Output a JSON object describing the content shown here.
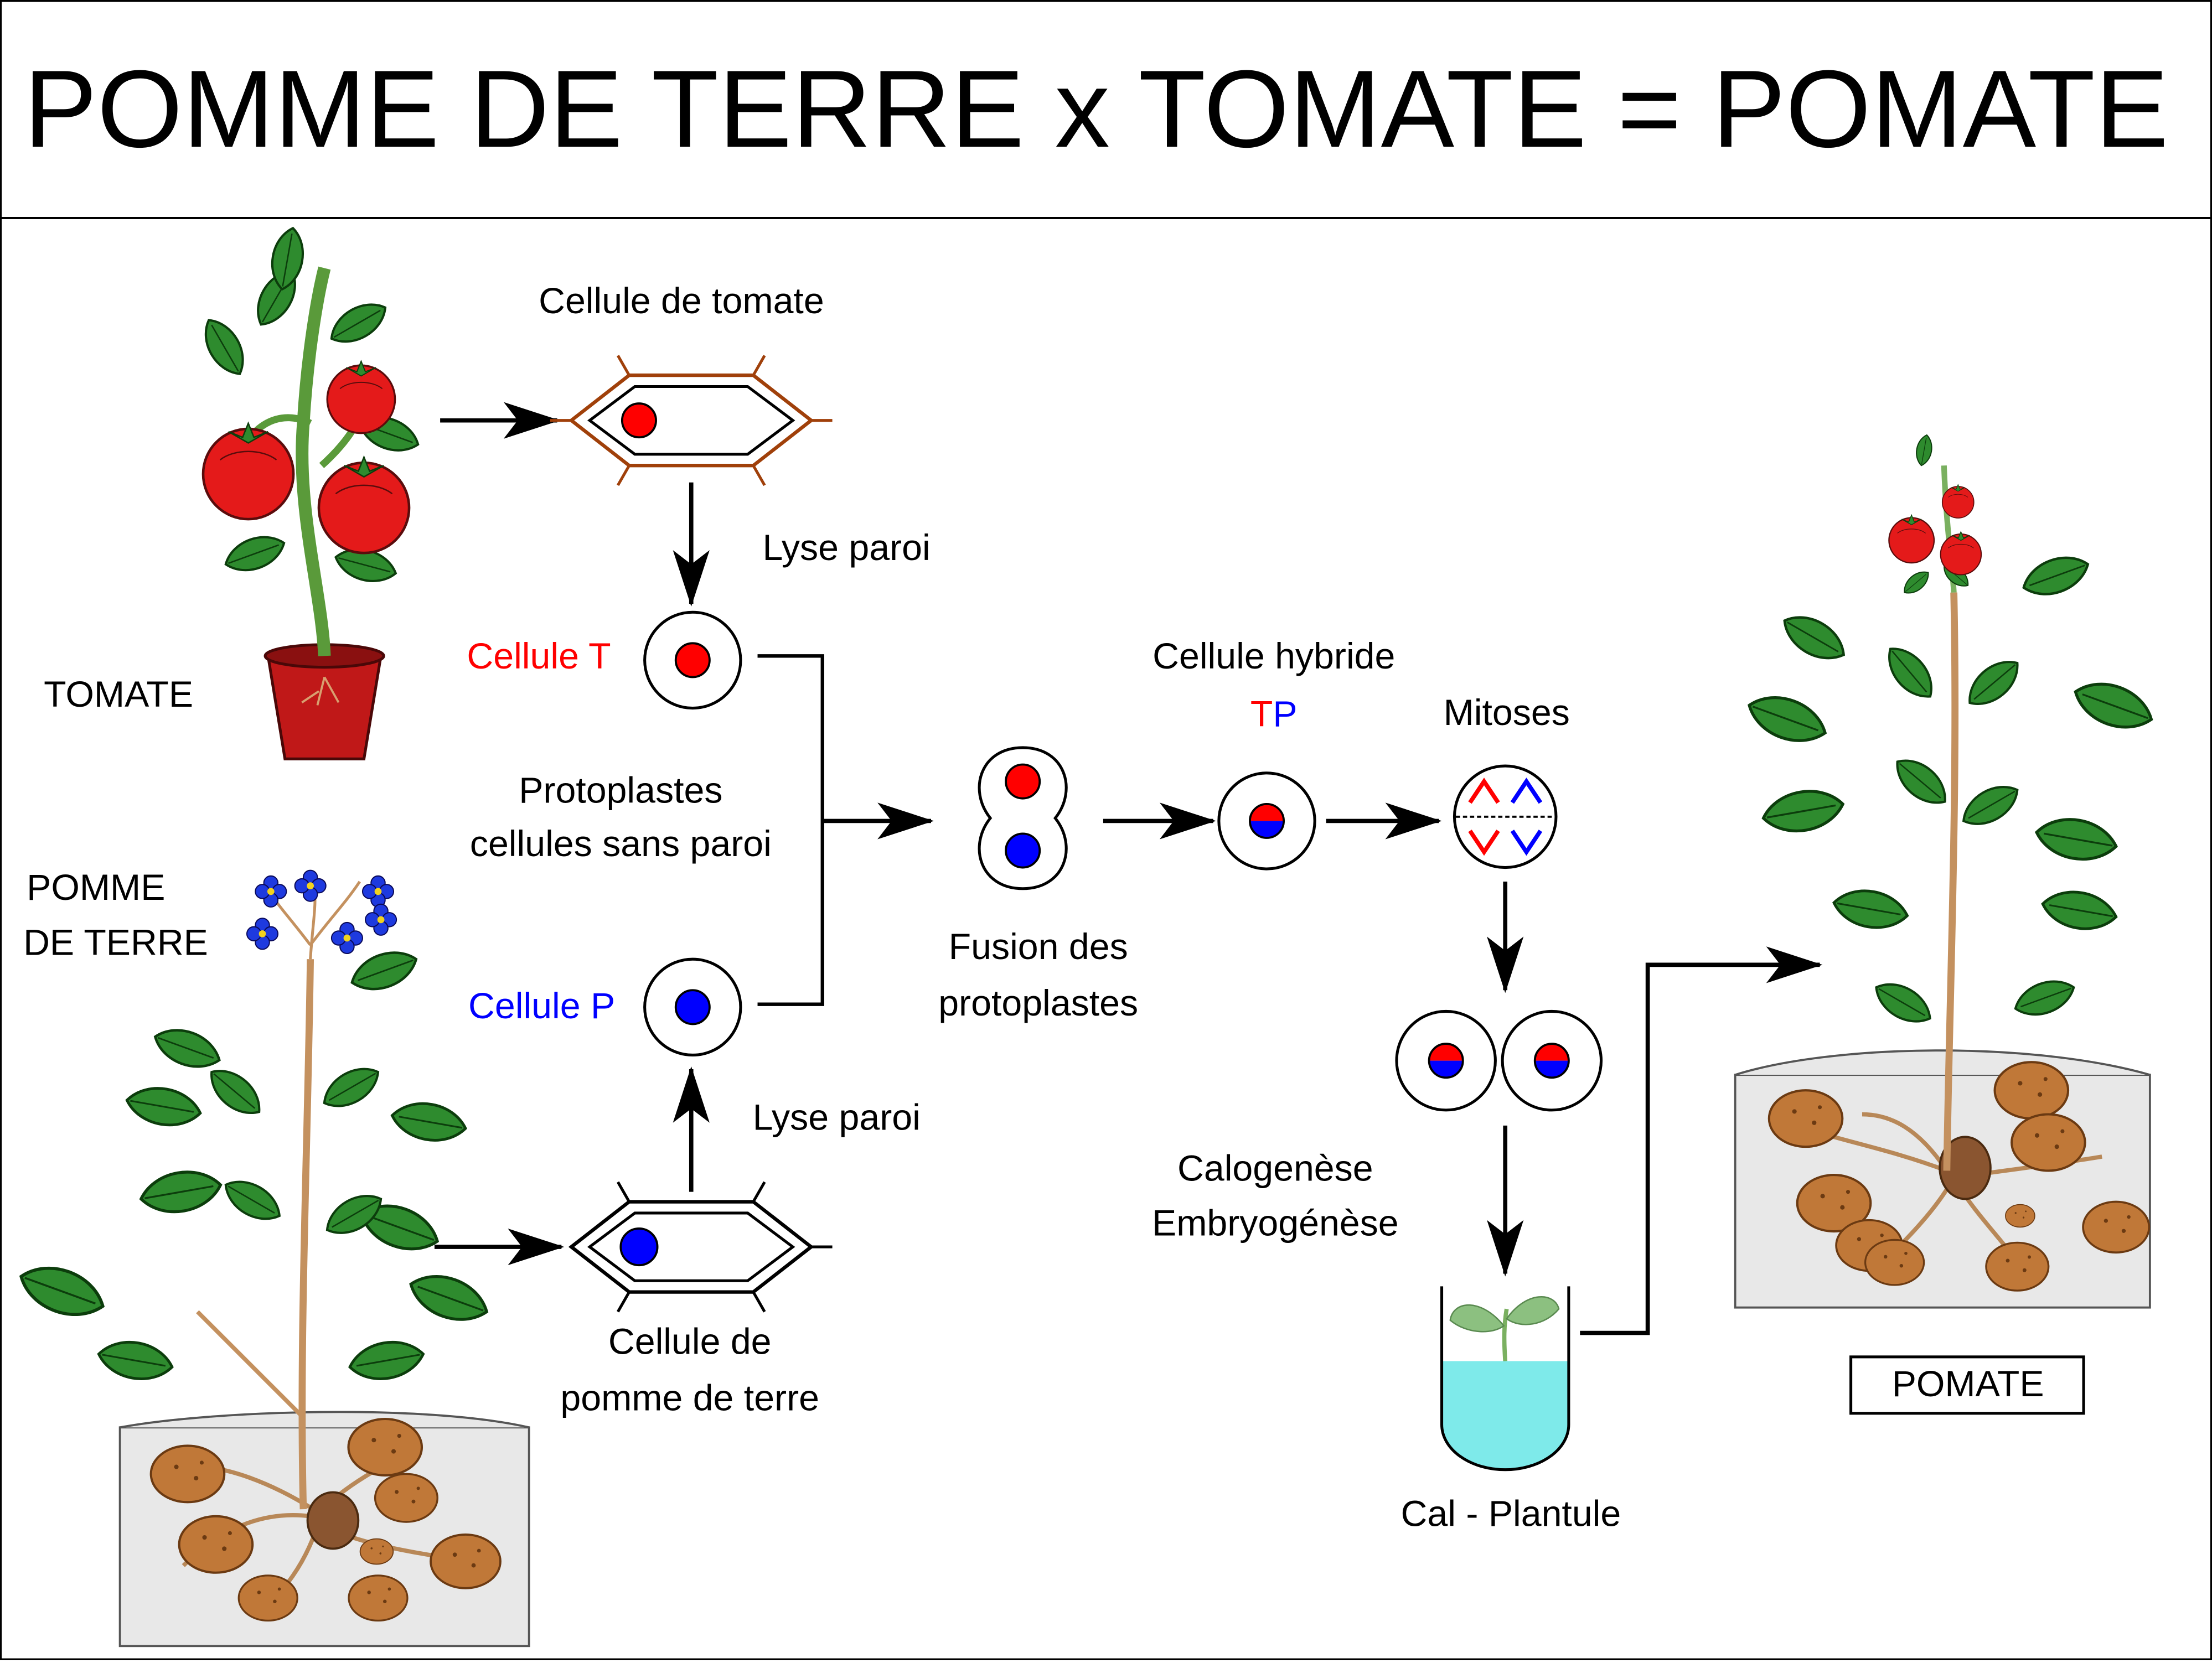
{
  "title": "POMME DE TERRE x TOMATE = POMATE",
  "plants": {
    "tomato_label": "TOMATE",
    "potato_label_line1": "POMME",
    "potato_label_line2": "DE TERRE",
    "result_label": "POMATE"
  },
  "cells": {
    "tomato_cell_label": "Cellule de tomate",
    "potato_cell_label_line1": "Cellule de",
    "potato_cell_label_line2": "pomme de terre",
    "lysis_top": "Lyse paroi",
    "lysis_bottom": "Lyse paroi",
    "protoplast_t": "Cellule T",
    "protoplast_p": "Cellule P",
    "protoplasts_line1": "Protoplastes",
    "protoplasts_line2": "cellules sans paroi"
  },
  "process": {
    "fusion_line1": "Fusion des",
    "fusion_line2": "protoplastes",
    "hybrid_label": "Cellule hybride",
    "hybrid_t": "T",
    "hybrid_p": "P",
    "mitoses": "Mitoses",
    "calogenesis_line1": "Calogenèse",
    "calogenesis_line2": "Embryogénèse",
    "callus": "Cal - Plantule"
  },
  "colors": {
    "tomato_red": "#ff0000",
    "potato_blue": "#0000ff",
    "cell_wall_brown": "#a0400a",
    "leaf_green": "#2e8b2e",
    "tuber_brown": "#c07838",
    "soil_grey": "#e8e8e8",
    "medium_cyan": "#7eeaea"
  }
}
